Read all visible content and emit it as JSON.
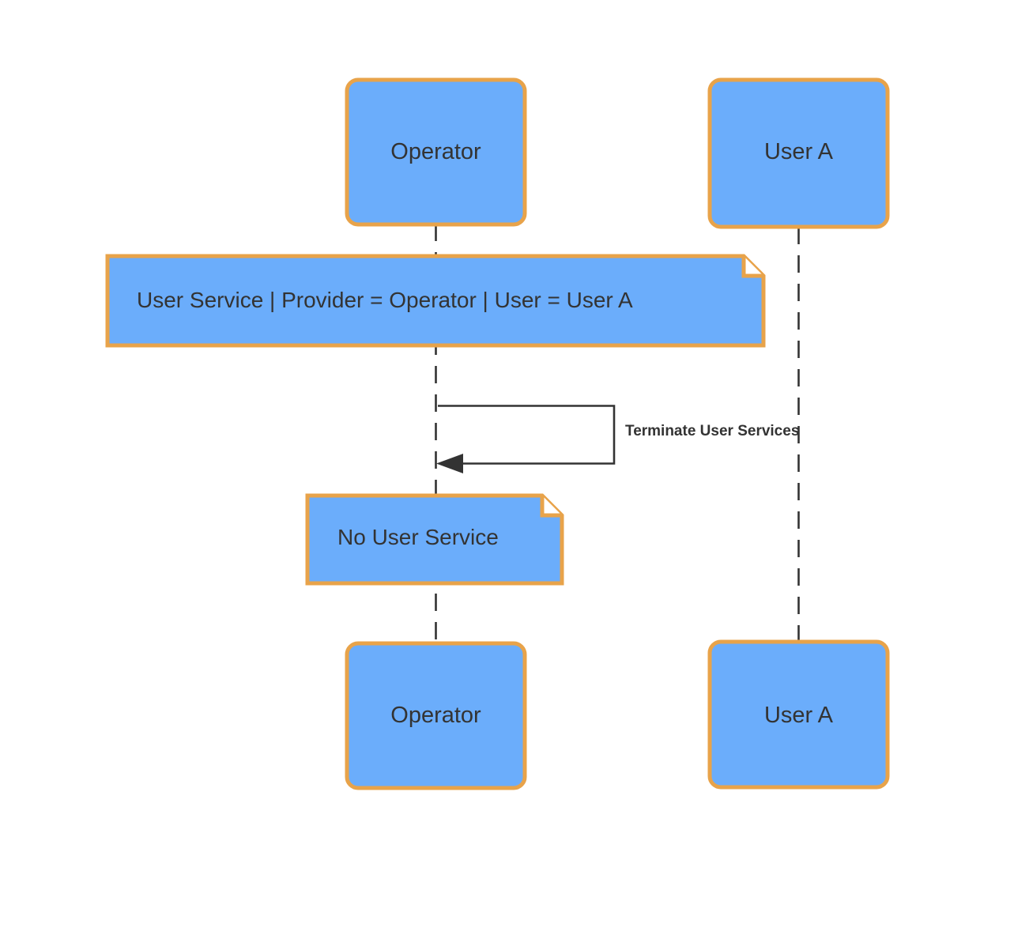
{
  "diagram": {
    "type": "uml-sequence-diagram",
    "background": "#ffffff",
    "colors": {
      "node_fill": "#6badfb",
      "node_stroke": "#e8a34a",
      "note_fill": "#6badfb",
      "note_stroke": "#e8a34a",
      "lifeline": "#333333",
      "message_line": "#333333",
      "text": "#333333"
    }
  },
  "lifelines": [
    {
      "id": "operator",
      "head_label": "Operator",
      "foot_label": "Operator"
    },
    {
      "id": "user-a",
      "head_label": "User A",
      "foot_label": "User A"
    }
  ],
  "notes": [
    {
      "id": "note-user-service",
      "text": "User Service | Provider = Operator | User = User A"
    },
    {
      "id": "note-no-user-service",
      "text": "No User Service"
    }
  ],
  "messages": [
    {
      "id": "terminate-user-services",
      "label": "Terminate User Services",
      "kind": "self-message",
      "from": "operator",
      "to": "operator"
    }
  ]
}
